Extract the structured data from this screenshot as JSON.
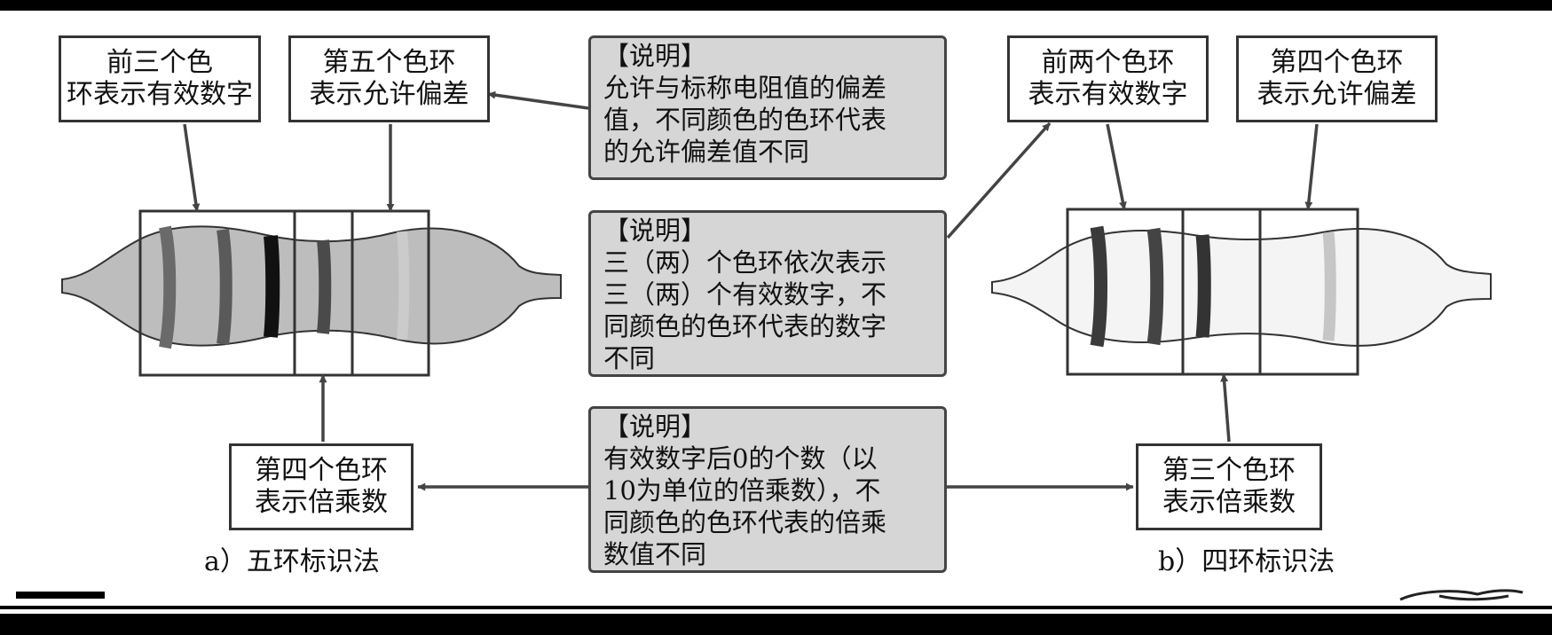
{
  "five_band": {
    "label_first_three": [
      "前三个色",
      "环表示有效数字"
    ],
    "label_fifth": [
      "第五个色环",
      "表示允许偏差"
    ],
    "label_fourth": [
      "第四个色环",
      "表示倍乘数"
    ],
    "caption": "a）五环标识法"
  },
  "four_band": {
    "label_first_two": [
      "前两个色环",
      "表示有效数字"
    ],
    "label_fourth": [
      "第四个色环",
      "表示允许偏差"
    ],
    "label_third": [
      "第三个色环",
      "表示倍乘数"
    ],
    "caption": "b）四环标识法"
  },
  "notes": {
    "tolerance": [
      "【说明】",
      "允许与标称电阻值的偏差",
      "值，不同颜色的色环代表",
      "的允许偏差值不同"
    ],
    "digits": [
      "【说明】",
      "三（两）个色环依次表示",
      "三（两）个有效数字，不",
      "同颜色的色环代表的数字",
      "不同"
    ],
    "multiplier": [
      "【说明】",
      "有效数字后0的个数（以",
      "10为单位的倍乘数），不",
      "同颜色的色环代表的倍乘",
      "数值不同"
    ]
  },
  "colors": {
    "resistor_a_body": "#bdbdbd",
    "resistor_b_body": "#f4f4f4",
    "note_fill": "#d6d6d6"
  }
}
